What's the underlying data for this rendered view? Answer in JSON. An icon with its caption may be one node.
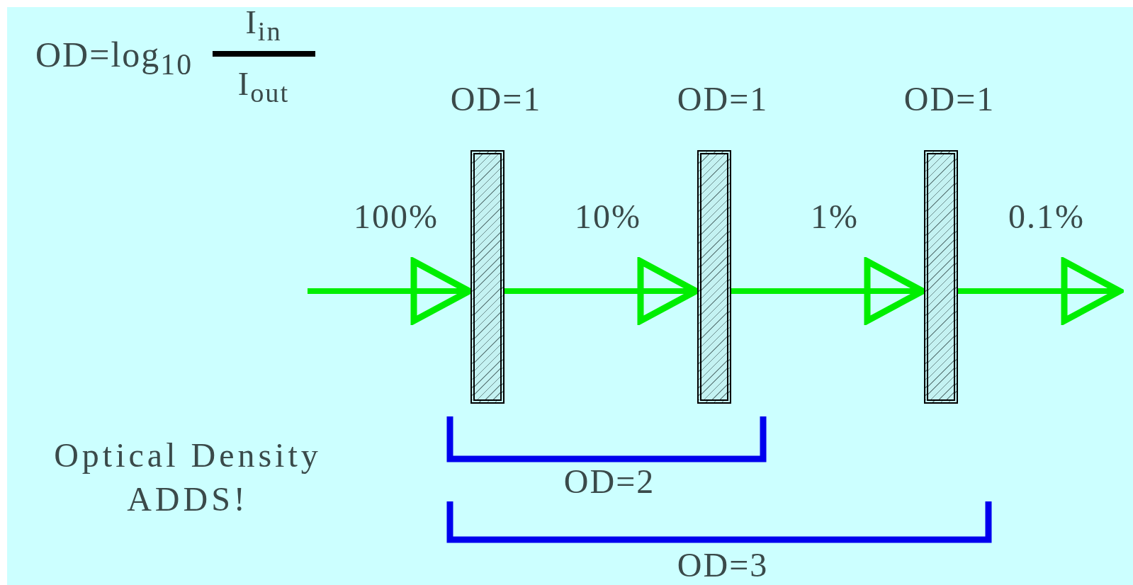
{
  "diagram": {
    "nodes": [
      {
        "text": [],
        "shape": "box",
        "beside": [
          "OD=1"
        ]
      },
      {
        "text": [],
        "shape": "box",
        "beside": [
          "OD=1"
        ]
      },
      {
        "text": [],
        "shape": "box",
        "beside": [
          "OD=1"
        ]
      }
    ],
    "edges": [
      {
        "from": null,
        "to": 0,
        "arrow": "to",
        "label": "100%"
      },
      {
        "from": 0,
        "to": 1,
        "arrow": "to",
        "label": "10%"
      },
      {
        "from": 1,
        "to": 2,
        "arrow": "to",
        "label": "1%"
      },
      {
        "from": 2,
        "to": null,
        "arrow": "to",
        "label": "0.1%"
      }
    ],
    "labels": [
      "OD=log$_{10}$",
      "I$_{in}$",
      "I$_{out}$",
      "Optical Density ADDS!",
      "OD=2",
      "OD=3"
    ]
  }
}
